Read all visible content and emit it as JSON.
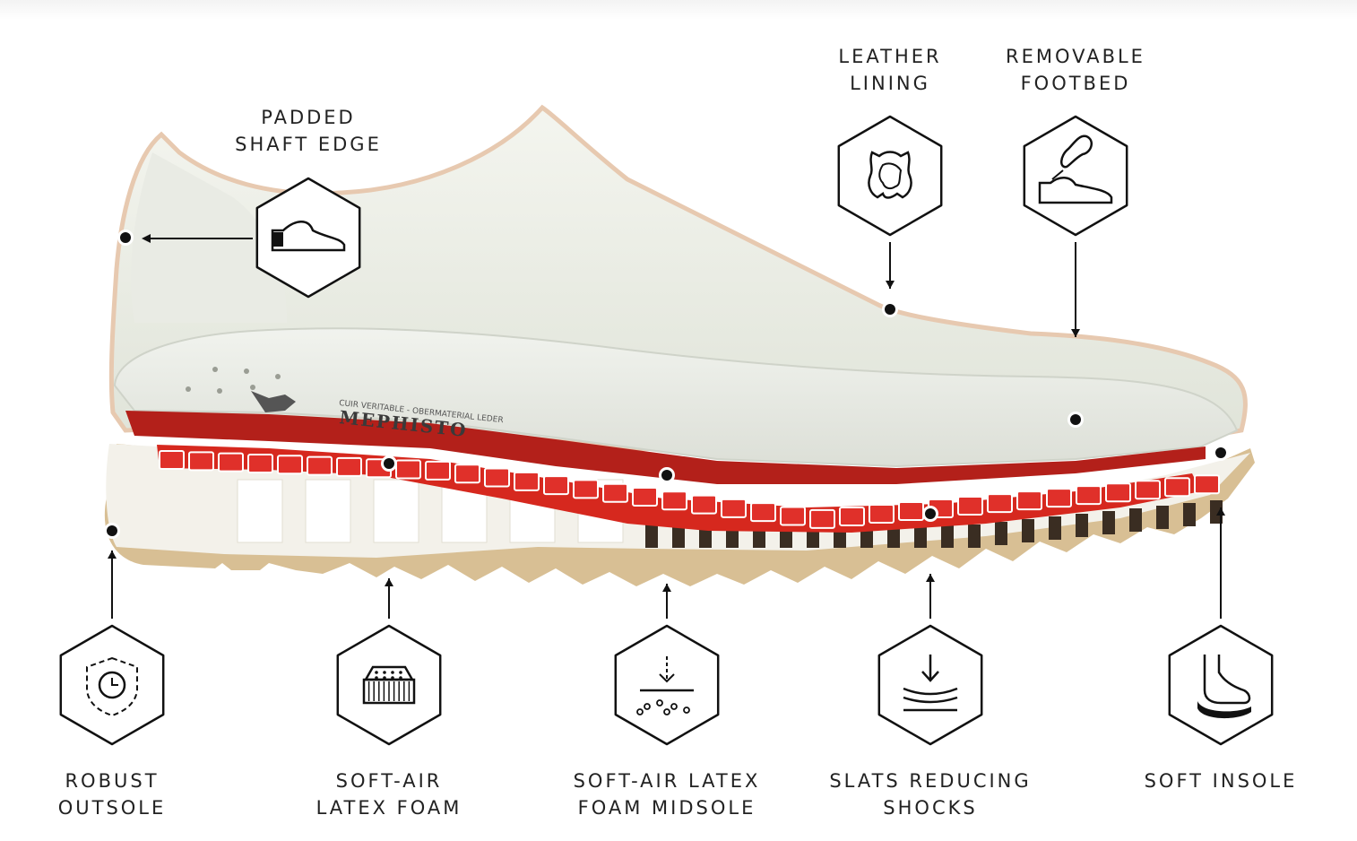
{
  "brand_text": "MEPHISTO",
  "insole_print": "CUIR VERITABLE - OBERMATERIAL LEDER",
  "colors": {
    "ink": "#111111",
    "red_foam": "#d6281e",
    "dark_red": "#b3201a",
    "leather": "#ecefe6",
    "outsole": "#d8bf94"
  },
  "features": [
    {
      "id": "padded-shaft-edge",
      "line1": "PADDED",
      "line2": "SHAFT EDGE",
      "icon": "sneaker-icon"
    },
    {
      "id": "leather-lining",
      "line1": "LEATHER",
      "line2": "LINING",
      "icon": "leather-hide-icon"
    },
    {
      "id": "removable-footbed",
      "line1": "REMOVABLE",
      "line2": "FOOTBED",
      "icon": "footprint-shoe-icon"
    },
    {
      "id": "robust-outsole",
      "line1": "ROBUST",
      "line2": "OUTSOLE",
      "icon": "shield-clock-icon"
    },
    {
      "id": "soft-air-latex-foam",
      "line1": "SOFT-AIR",
      "line2": "LATEX FOAM",
      "icon": "foam-block-icon"
    },
    {
      "id": "soft-air-latex-foam-midsole",
      "line1": "SOFT-AIR LATEX",
      "line2": "FOAM MIDSOLE",
      "icon": "absorption-dots-icon"
    },
    {
      "id": "slats-reducing-shocks",
      "line1": "SLATS REDUCING",
      "line2": "SHOCKS",
      "icon": "shock-waves-icon"
    },
    {
      "id": "soft-insole",
      "line1": "SOFT INSOLE",
      "line2": "",
      "icon": "foot-insole-icon"
    }
  ]
}
